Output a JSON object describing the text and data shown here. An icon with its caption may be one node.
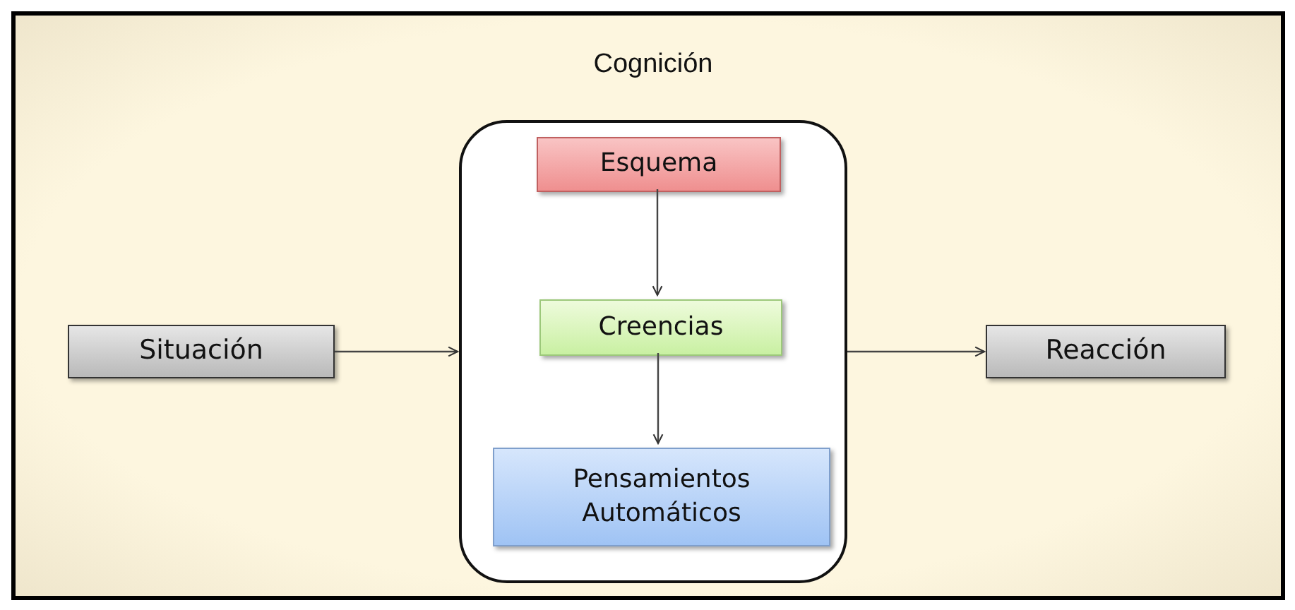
{
  "diagram": {
    "nodes": [
      {
        "text": [
          "Situación"
        ]
      },
      {
        "text": [
          "Cognición"
        ]
      },
      {
        "text": [
          "Esquema"
        ],
        "in": 1
      },
      {
        "text": [
          "Creencias"
        ],
        "in": 1
      },
      {
        "text": [
          "Pensamientos Automáticos"
        ],
        "in": 1
      },
      {
        "text": [
          "Reacción"
        ]
      }
    ],
    "edges": [
      {
        "from": 0,
        "to": 1,
        "arrow": "to"
      },
      {
        "from": 2,
        "to": 3,
        "arrow": "to"
      },
      {
        "from": 3,
        "to": 4,
        "arrow": "to"
      },
      {
        "from": 1,
        "to": 5,
        "arrow": "to"
      }
    ]
  }
}
